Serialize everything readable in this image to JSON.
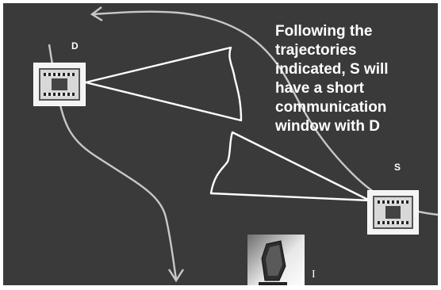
{
  "caption": "Following the\ntrajectories\nindicated, S will\nhave a short\ncommunication\nwindow  with D",
  "nodes": {
    "d_label": "D",
    "s_label": "S",
    "i_label": "I"
  },
  "colors": {
    "background": "#3a3a3a",
    "trajectory": "#c8c8c8",
    "beam": "#ffffff",
    "text": "#ffffff"
  }
}
